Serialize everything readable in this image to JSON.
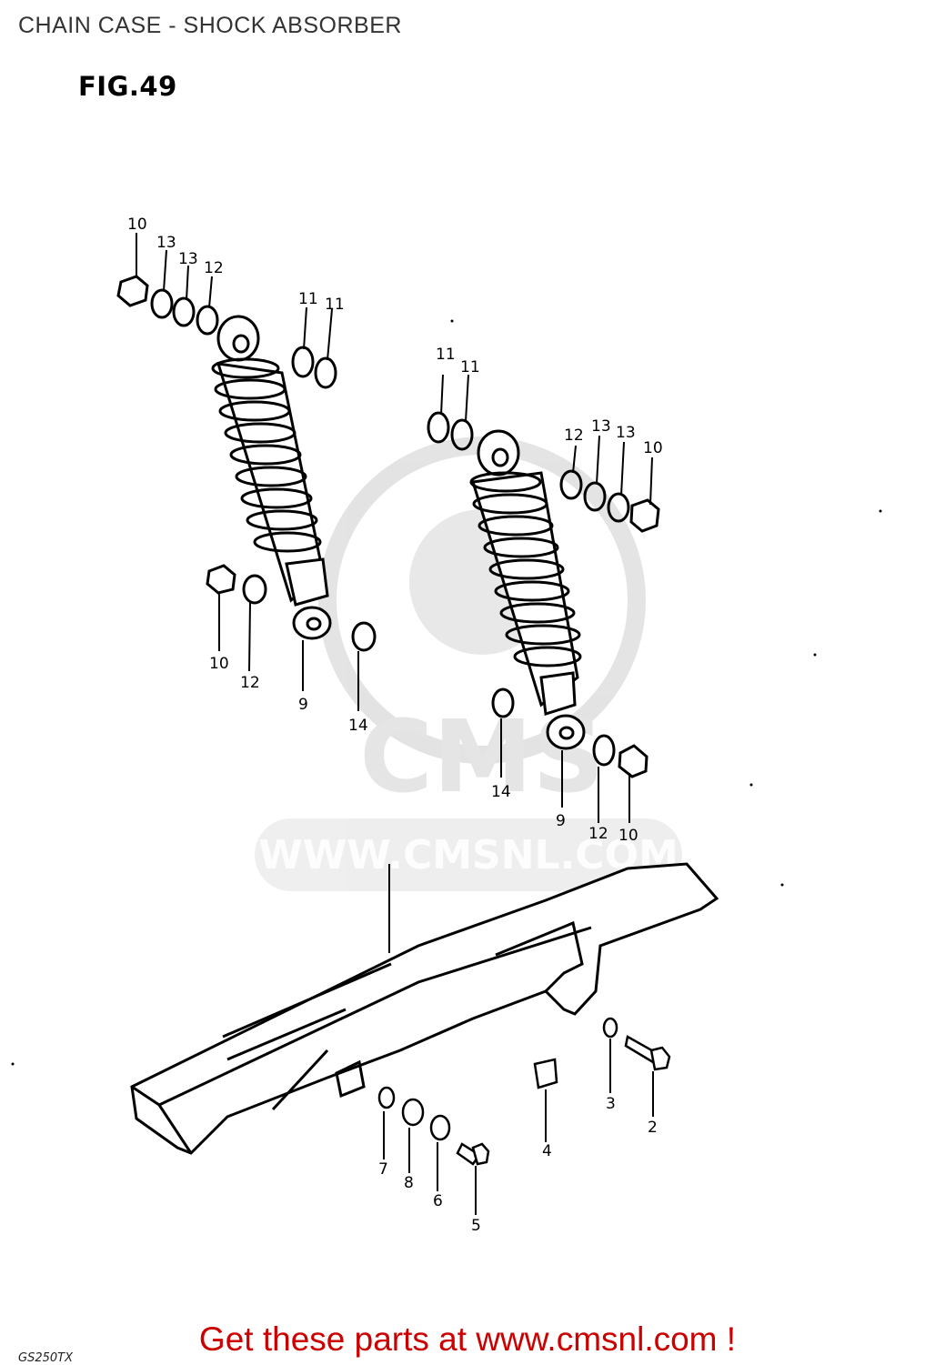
{
  "page_title": "CHAIN CASE - SHOCK ABSORBER",
  "figure_label": "FIG.49",
  "watermark": {
    "text": "WWW.CMSNL.COM",
    "logo_text": "CMS"
  },
  "footer": {
    "cta": "Get these parts at www.cmsnl.com !",
    "model_code": "GS250TX"
  },
  "callouts": {
    "l10a": "10",
    "l13a": "13",
    "l13b": "13",
    "l12a": "12",
    "l11a": "11",
    "l11b": "11",
    "l10b": "10",
    "l12b": "12",
    "l9a": "9",
    "l14a": "14",
    "r11a": "11",
    "r11b": "11",
    "r12a": "12",
    "r13a": "13",
    "r13b": "13",
    "r10a": "10",
    "r14": "14",
    "r9": "9",
    "r12b": "12",
    "r10b": "10",
    "p7": "7",
    "p8": "8",
    "p6": "6",
    "p5": "5",
    "p4": "4",
    "p3": "3",
    "p2": "2"
  }
}
